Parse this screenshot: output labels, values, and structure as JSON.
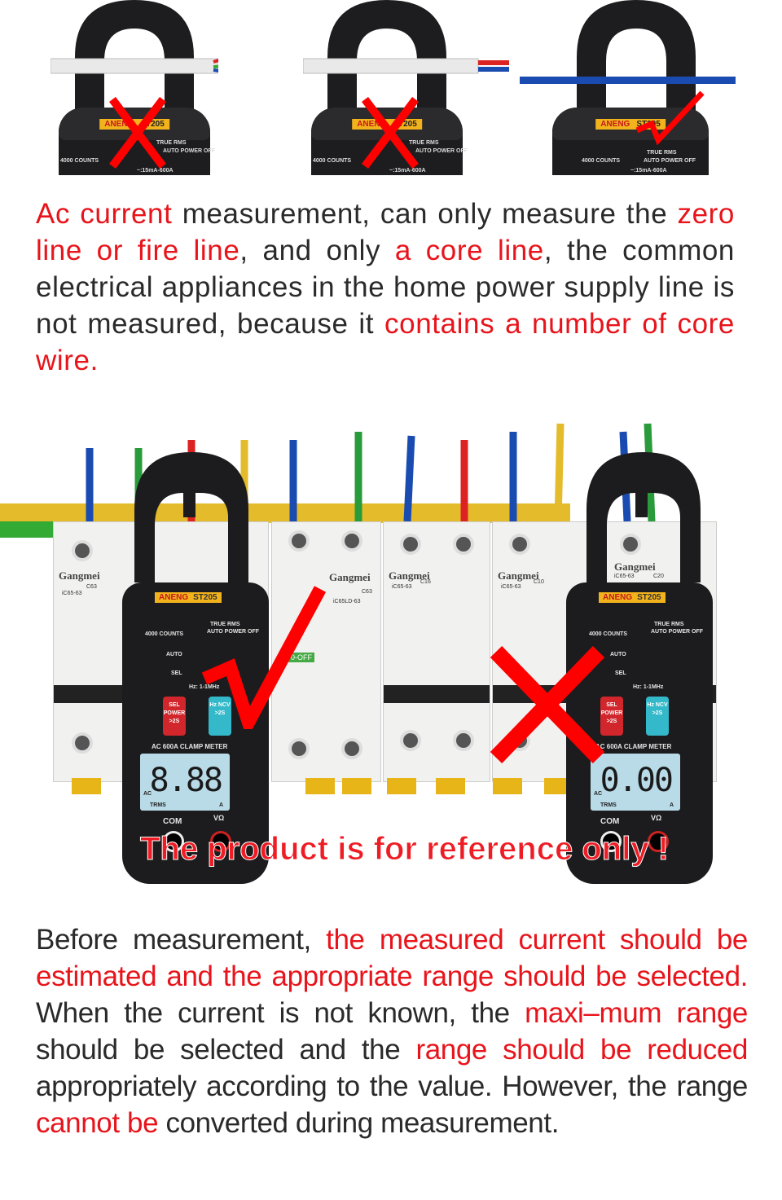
{
  "top_panels": [
    {
      "brand": "ANENG",
      "model": "ST205",
      "counts": "4000 COUNTS",
      "rms": "TRUE RMS",
      "apo": "AUTO POWER OFF",
      "range": "~:15mA-600A",
      "verdict": "cross-icon"
    },
    {
      "brand": "ANENG",
      "model": "ST205",
      "counts": "4000 COUNTS",
      "rms": "TRUE RMS",
      "apo": "AUTO POWER OFF",
      "range": "~:15mA-600A",
      "verdict": "cross-icon"
    },
    {
      "brand": "ANENG",
      "model": "ST205",
      "counts": "4000 COUNTS",
      "rms": "TRUE RMS",
      "apo": "AUTO POWER OFF",
      "range": "~:15mA-600A",
      "verdict": "check-icon"
    }
  ],
  "paragraph1": [
    {
      "t": "Ac current",
      "red": true
    },
    {
      "t": " measurement, can only measure the ",
      "red": false
    },
    {
      "t": "zero line or fire line",
      "red": true
    },
    {
      "t": ", and only ",
      "red": false
    },
    {
      "t": "a core line",
      "red": true
    },
    {
      "t": ", the common electrical appliances in the home power supply line is not measured, because it ",
      "red": false
    },
    {
      "t": "contains a number of core wire.",
      "red": true
    }
  ],
  "breakers": [
    {
      "brand": "Gangmei",
      "model": "iC65-63",
      "rating": "C63"
    },
    {
      "brand": "Gangmei",
      "model": "iC65LD-63",
      "rating": "C63",
      "status": "0-OFF"
    },
    {
      "brand": "Gangmei",
      "model": "iC65-63",
      "rating": "C16"
    },
    {
      "brand": "Gangmei",
      "model": "iC65-63",
      "rating": "C10"
    },
    {
      "brand": "Gangmei",
      "model": "iC65-63",
      "rating": "C20"
    }
  ],
  "meters": [
    {
      "brand": "ANENG",
      "model": "ST205",
      "counts": "4000 COUNTS",
      "rms": "TRUE RMS",
      "apo": "AUTO POWER OFF",
      "auto": "AUTO",
      "sel": "SEL",
      "hz_range": "Hz: 1-1MHz",
      "btn1": "SEL POWER >2S",
      "btn2": "Hz NCV >2S",
      "title": "AC 600A CLAMP METER",
      "reading": "8.88",
      "ac": "AC",
      "trms": "TRMS",
      "unit": "A",
      "com": "COM",
      "vohm": "VΩ",
      "verdict": "check-icon"
    },
    {
      "brand": "ANENG",
      "model": "ST205",
      "counts": "4000 COUNTS",
      "rms": "TRUE RMS",
      "apo": "AUTO POWER OFF",
      "auto": "AUTO",
      "sel": "SEL",
      "hz_range": "Hz: 1-1MHz",
      "btn1": "SEL POWER >2S",
      "btn2": "Hz NCV >2S",
      "title": "AC 600A CLAMP METER",
      "reading": "0.00",
      "ac": "AC",
      "trms": "TRMS",
      "unit": "A",
      "com": "COM",
      "vohm": "VΩ",
      "verdict": "cross-icon"
    }
  ],
  "reference_note": "The product is for reference only !",
  "paragraph2": [
    {
      "t": "Before measurement, ",
      "red": false
    },
    {
      "t": "the measured current should be estimated and the appropriate range should be selected.",
      "red": true
    },
    {
      "t": " When the current is not known, the ",
      "red": false
    },
    {
      "t": "maxi–mum range",
      "red": true
    },
    {
      "t": " should be selected and the ",
      "red": false
    },
    {
      "t": "range should be reduced",
      "red": true
    },
    {
      "t": " appropriately according to the value. However, the range ",
      "red": false
    },
    {
      "t": "cannot be",
      "red": true
    },
    {
      "t": " converted during measurement.",
      "red": false
    }
  ],
  "colors": {
    "accent_red": "#e8141b",
    "text": "#2a2a2a",
    "logo_yellow": "#f2b21c"
  }
}
